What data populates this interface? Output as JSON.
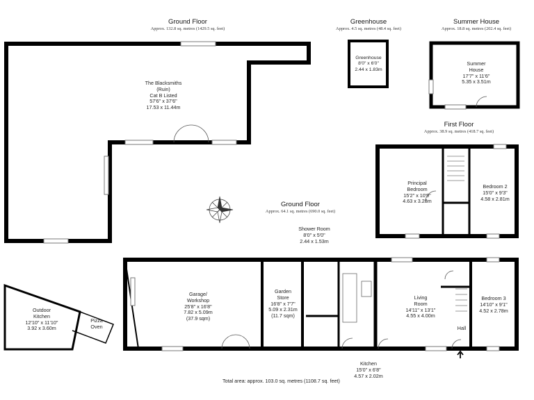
{
  "headers": {
    "ground_floor_top": {
      "title": "Ground Floor",
      "area": "Approx. 132.8 sq. metres (1429.5 sq. feet)"
    },
    "greenhouse": {
      "title": "Greenhouse",
      "area": "Approx. 4.5 sq. metres (48.4 sq. feet)"
    },
    "summer_house": {
      "title": "Summer House",
      "area": "Approx. 18.8 sq. metres (202.4 sq. feet)"
    },
    "first_floor": {
      "title": "First Floor",
      "area": "Approx. 38.9 sq. metres (418.7 sq. feet)"
    },
    "ground_floor_mid": {
      "title": "Ground Floor",
      "area": "Approx. 64.1 sq. metres (690.0 sq. feet)"
    }
  },
  "rooms": {
    "blacksmiths": [
      "The Blacksmiths",
      "(Ruin)",
      "Cat B Listed",
      "57'6\" x 37'6\"",
      "17.53 x 11.44m"
    ],
    "greenhouse": [
      "Greenhouse",
      "8'0\" x 6'0\"",
      "2.44 x 1.83m"
    ],
    "summer_house": [
      "Summer",
      "House",
      "17'7\" x 11'6\"",
      "5.35 x 3.51m"
    ],
    "principal_bedroom": [
      "Principal",
      "Bedroom",
      "15'2\" x 10'9\"",
      "4.63 x 3.28m"
    ],
    "bedroom2": [
      "Bedroom 2",
      "15'0\" x 9'3\"",
      "4.58 x 2.81m"
    ],
    "shower_room": [
      "Shower Room",
      "8'0\" x 5'0\"",
      "2.44 x 1.53m"
    ],
    "garage": [
      "Garage/",
      "Workshop",
      "25'8\" x 16'8\"",
      "7.82 x 5.09m",
      "(37.9 sqm)"
    ],
    "garden_store": [
      "Garden",
      "Store",
      "16'8\" x 7'7\"",
      "5.09 x 2.31m",
      "(11.7 sqm)"
    ],
    "living_room": [
      "Living",
      "Room",
      "14'11\" x 13'1\"",
      "4.55 x 4.00m"
    ],
    "bedroom3": [
      "Bedroom 3",
      "14'10\" x 9'1\"",
      "4.52 x 2.78m"
    ],
    "hall": [
      "Hall"
    ],
    "kitchen": [
      "Kitchen",
      "15'0\" x 6'8\"",
      "4.57 x 2.02m"
    ],
    "outdoor_kitchen": [
      "Outdoor",
      "Kitchen",
      "12'10\" x 11'10\"",
      "3.92 x 3.60m"
    ],
    "pizza_oven": [
      "Pizza",
      "Oven"
    ]
  },
  "total_area": "Total area: approx. 103.0 sq. metres (1108.7 sq. feet)",
  "colors": {
    "wall": "#000000",
    "background": "#ffffff",
    "text": "#222222"
  },
  "icons": [
    "compass-rose-icon",
    "entrance-arrow-icon"
  ]
}
